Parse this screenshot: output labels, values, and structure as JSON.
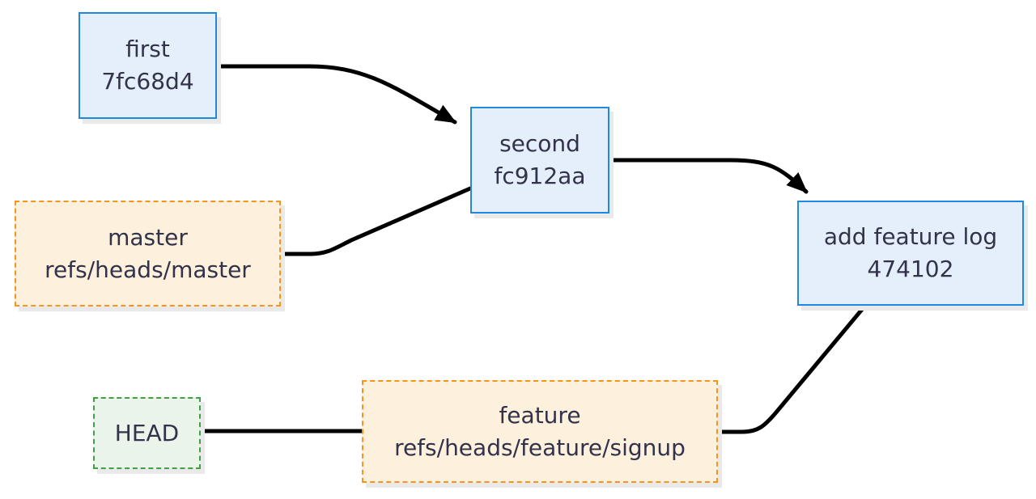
{
  "diagram": {
    "type": "git-commit-graph",
    "background_color": "#ffffff",
    "edge_color": "#000000",
    "colors": {
      "commit_fill": "#e4effb",
      "commit_border": "#2188e0",
      "ref_fill": "#fdf0dd",
      "ref_border": "#f7941e",
      "head_fill": "#ebf4eb",
      "head_border": "#3fa142",
      "text": "#32324a",
      "shadow": "#e9e9e9"
    },
    "nodes": {
      "first": {
        "label": "first",
        "sublabel": "7fc68d4",
        "kind": "commit"
      },
      "second": {
        "label": "second",
        "sublabel": "fc912aa",
        "kind": "commit"
      },
      "add": {
        "label": "add feature log",
        "sublabel": "474102",
        "kind": "commit"
      },
      "master": {
        "label": "master",
        "sublabel": "refs/heads/master",
        "kind": "branch-ref"
      },
      "feature": {
        "label": "feature",
        "sublabel": "refs/heads/feature/signup",
        "kind": "branch-ref"
      },
      "head": {
        "label": "HEAD",
        "kind": "head-ref"
      }
    },
    "edges": [
      {
        "from": "first",
        "to": "second",
        "arrowhead": true
      },
      {
        "from": "second",
        "to": "add",
        "arrowhead": true
      },
      {
        "from": "master",
        "to": "second",
        "arrowhead": false
      },
      {
        "from": "feature",
        "to": "add",
        "arrowhead": false
      },
      {
        "from": "head",
        "to": "feature",
        "arrowhead": false
      }
    ]
  }
}
